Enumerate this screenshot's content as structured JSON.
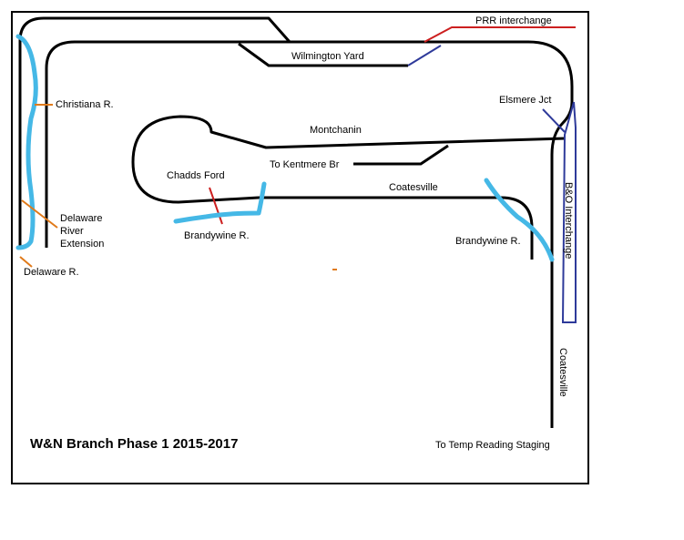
{
  "diagram": {
    "title": "W&N Branch Phase 1 2015-2017",
    "labels": {
      "prr_interchange": "PRR interchange",
      "wilmington_yard": "Wilmington Yard",
      "christiana_r": "Christiana R.",
      "elsmere_jct": "Elsmere Jct",
      "montchanin": "Montchanin",
      "to_kentmere_br": "To Kentmere Br",
      "chadds_ford": "Chadds Ford",
      "coatesville_top": "Coatesville",
      "bo_interchange": "B&O Interchange",
      "delaware_river_ext_1": "Delaware",
      "delaware_river_ext_2": "River",
      "delaware_river_ext_3": "Extension",
      "brandywine_left": "Brandywine R.",
      "brandywine_right": "Brandywine R.",
      "delaware_r": "Delaware R.",
      "coatesville_vertical": "Coatesville",
      "temp_reading_staging": "To Temp Reading Staging"
    },
    "colors": {
      "track": "#000000",
      "river": "#45b8e6",
      "leader": "#e07a1a",
      "prr": "#cc1f1f",
      "bo": "#2e3a9a"
    }
  }
}
